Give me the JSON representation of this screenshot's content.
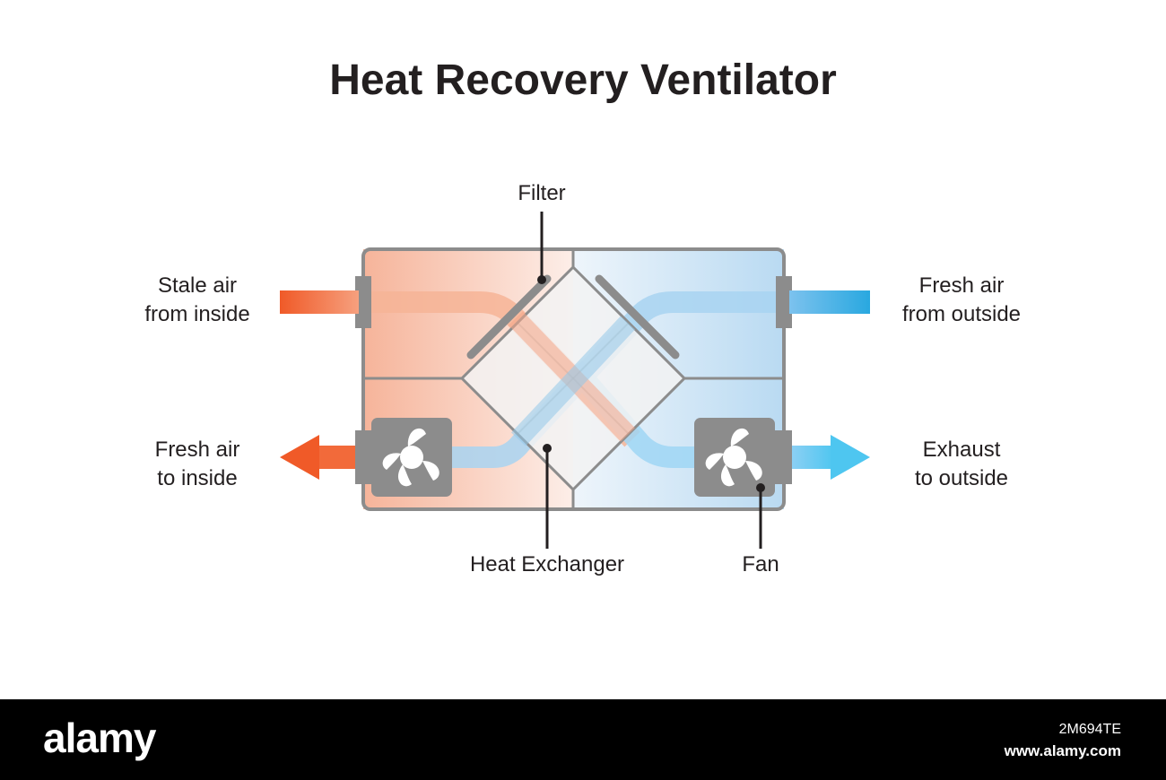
{
  "title": "Heat Recovery Ventilator",
  "labels": {
    "stale_air": [
      "Stale air",
      "from inside"
    ],
    "fresh_air_outside": [
      "Fresh air",
      "from outside"
    ],
    "fresh_air_inside": [
      "Fresh air",
      "to inside"
    ],
    "exhaust": [
      "Exhaust",
      "to outside"
    ],
    "filter": "Filter",
    "heat_exchanger": "Heat Exchanger",
    "fan": "Fan"
  },
  "icons": {
    "left_fan": "fan-icon",
    "right_fan": "fan-icon"
  },
  "colors": {
    "warm": "#f05a28",
    "cool": "#29a8e0",
    "housing": "#8c8c8c",
    "text": "#231f20"
  },
  "footer": {
    "brand": "alamy",
    "image_id": "2M694TE",
    "site": "www.alamy.com"
  }
}
